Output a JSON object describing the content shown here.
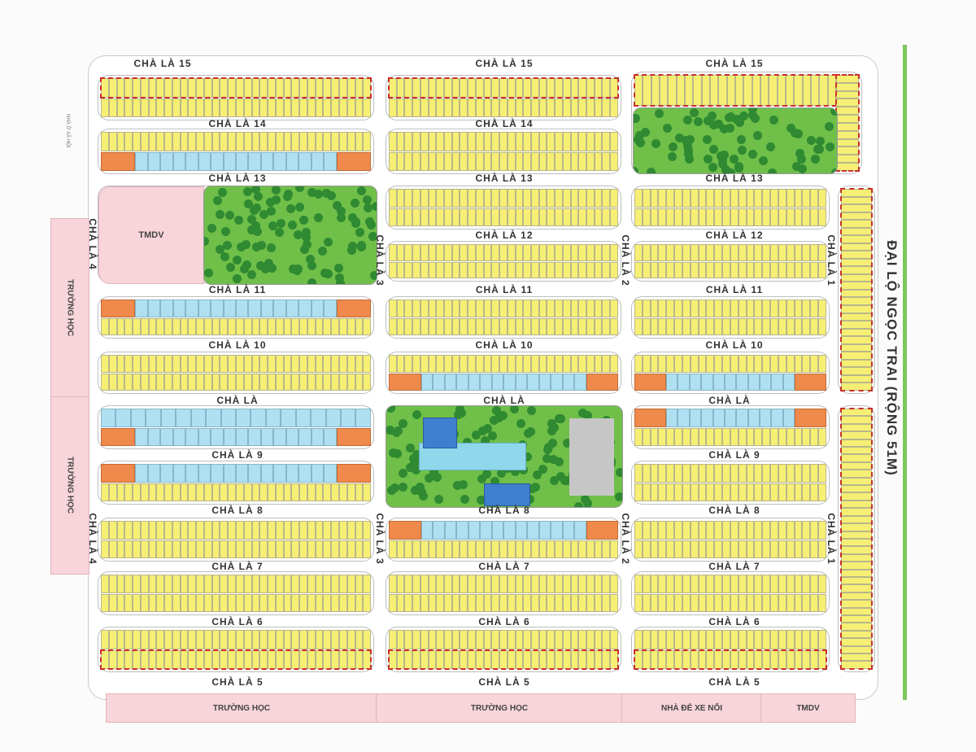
{
  "streets": {
    "cl15": "CHÀ LÀ 15",
    "cl14": "CHÀ LÀ 14",
    "cl13": "CHÀ LÀ 13",
    "cl12": "CHÀ LÀ 12",
    "cl11": "CHÀ LÀ 11",
    "cl10": "CHÀ LÀ 10",
    "cl": "CHÀ LÀ",
    "cl9": "CHÀ LÀ 9",
    "cl8": "CHÀ LÀ 8",
    "cl7": "CHÀ LÀ 7",
    "cl6": "CHÀ LÀ 6",
    "cl5": "CHÀ LÀ 5",
    "cl4": "CHÀ LÀ 4",
    "cl3": "CHÀ LÀ 3",
    "cl2": "CHÀ LÀ 2",
    "cl1": "CHÀ LÀ 1"
  },
  "avenue": "ĐẠI LỘ NGỌC TRAI (RỘNG 51M)",
  "zones": {
    "tmdv": "TMDV",
    "school": "TRƯỜNG HỌC",
    "school_left": "TRƯỜNG HỌC",
    "social_housing": "NHÀ Ở XÃ HỘI",
    "parking": "NHÀ ĐỂ XE NỔI"
  },
  "colors": {
    "lot": "#f6ef74",
    "lot_blue": "#aee0f2",
    "lot_corner": "#ef8a4c",
    "park": "#6fbf49",
    "public": "#f7d5da"
  }
}
